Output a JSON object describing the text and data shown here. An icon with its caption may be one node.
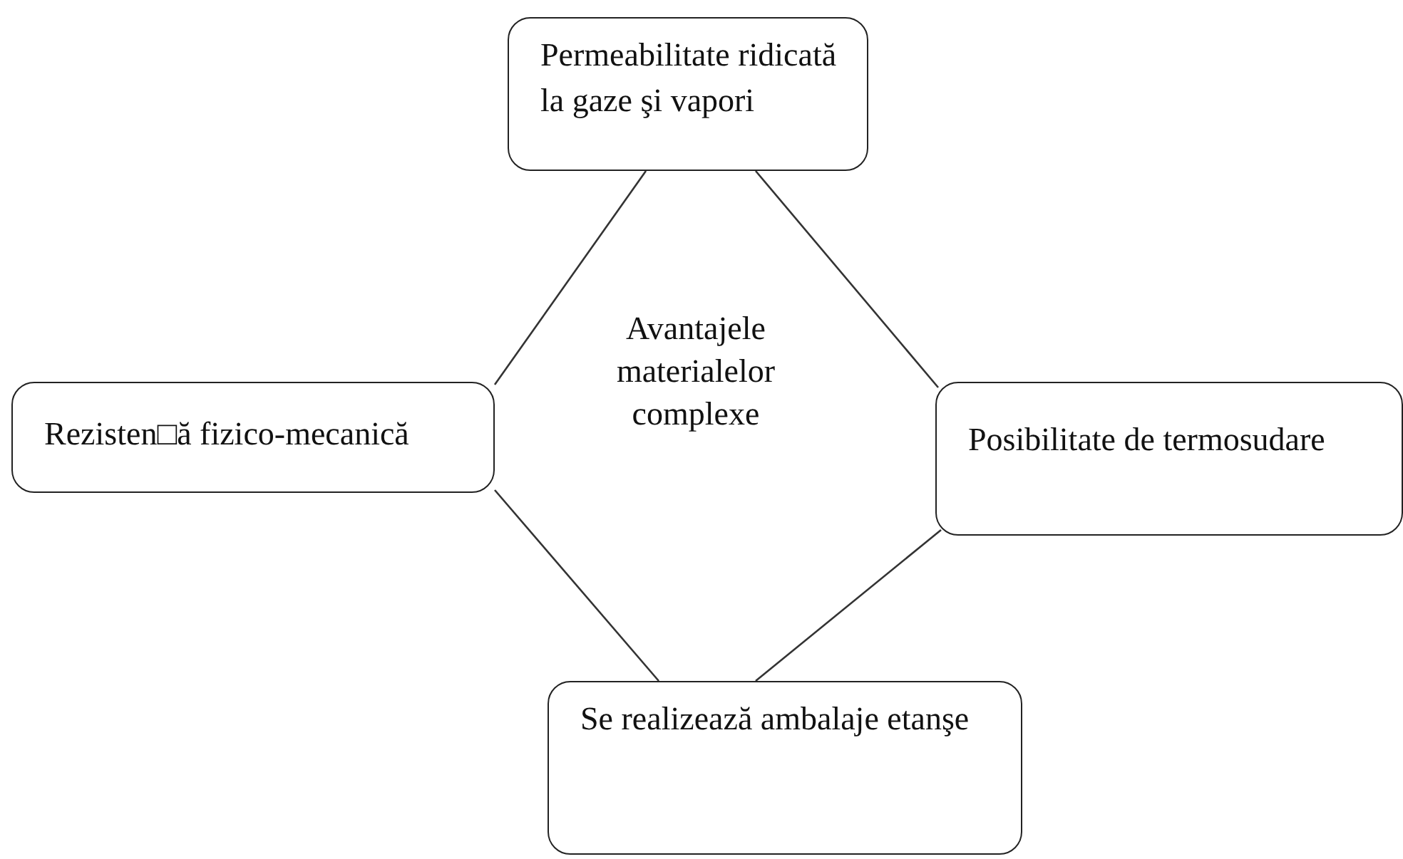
{
  "diagram": {
    "nodes": [
      {
        "text": [
          "Permeabilitate ridicată la gaze şi vapori"
        ]
      },
      {
        "text": [
          "Rezisten□ă fizico-mecanică"
        ]
      },
      {
        "text": [
          "Posibilitate de termosudare"
        ]
      },
      {
        "text": [
          "Se realizează ambalaje etanşe"
        ]
      }
    ],
    "edges": [
      {
        "from": 0,
        "to": 1,
        "arrow": "none"
      },
      {
        "from": 0,
        "to": 2,
        "arrow": "none"
      },
      {
        "from": 1,
        "to": 3,
        "arrow": "none"
      },
      {
        "from": 2,
        "to": 3,
        "arrow": "none"
      }
    ],
    "labels": [
      "Avantajele materialelor complexe"
    ]
  }
}
